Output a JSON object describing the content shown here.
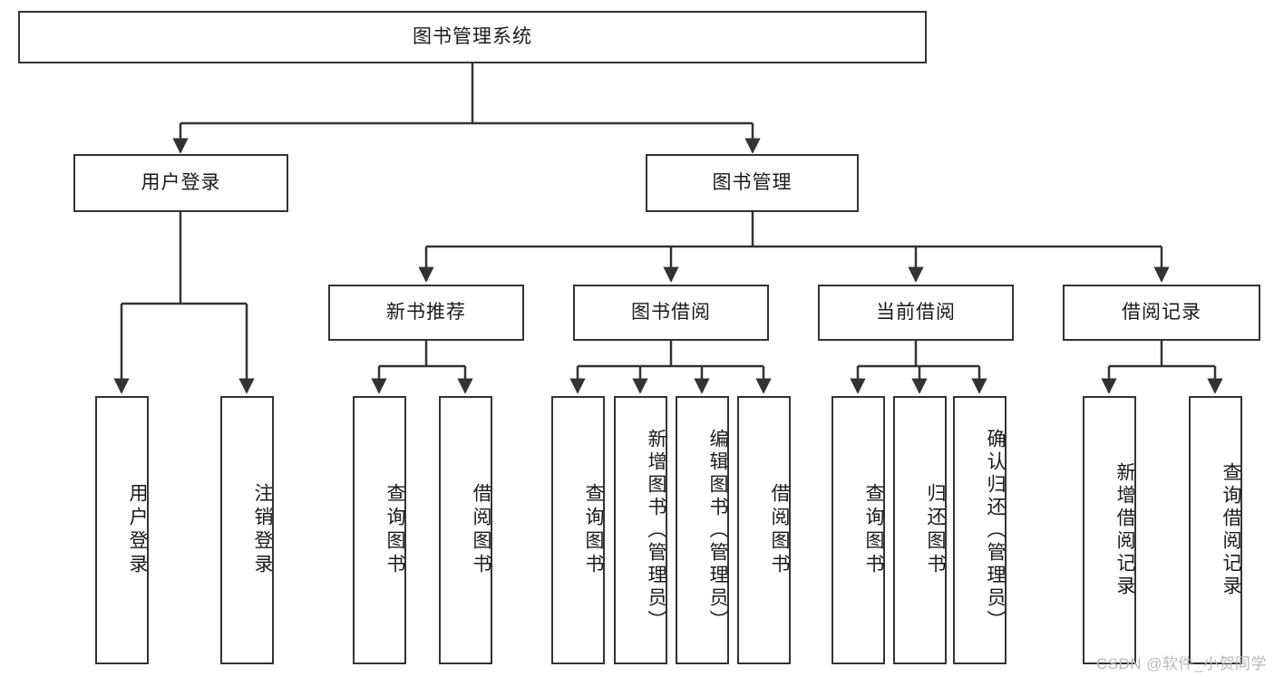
{
  "diagram": {
    "type": "tree-hierarchy",
    "title": "图书管理系统",
    "watermark": "CSDN @软件_小贺同学",
    "colors": {
      "box_border": "#333333",
      "box_fill": "#ffffff",
      "connector": "#333333",
      "text": "#1a1a1a",
      "watermark": "#b9b9b9"
    },
    "root": {
      "label": "图书管理系统",
      "orientation": "horizontal"
    },
    "level2": [
      {
        "label": "用户登录",
        "orientation": "horizontal"
      },
      {
        "label": "图书管理",
        "orientation": "horizontal"
      }
    ],
    "level3": [
      {
        "label": "新书推荐",
        "orientation": "horizontal"
      },
      {
        "label": "图书借阅",
        "orientation": "horizontal"
      },
      {
        "label": "当前借阅",
        "orientation": "horizontal"
      },
      {
        "label": "借阅记录",
        "orientation": "horizontal"
      }
    ],
    "leaves": {
      "user_login": [
        {
          "label": "用户登录"
        },
        {
          "label": "注销登录"
        }
      ],
      "new_book_recommend": [
        {
          "label": "查询图书"
        },
        {
          "label": "借阅图书"
        }
      ],
      "book_borrow": [
        {
          "label": "查询图书"
        },
        {
          "label": "新增图书（管理员）"
        },
        {
          "label": "编辑图书（管理员）"
        },
        {
          "label": "借阅图书"
        }
      ],
      "current_borrow": [
        {
          "label": "查询图书"
        },
        {
          "label": "归还图书"
        },
        {
          "label": "确认归还（管理员）"
        }
      ],
      "borrow_records": [
        {
          "label": "新增借阅记录"
        },
        {
          "label": "查询借阅记录"
        }
      ]
    }
  }
}
